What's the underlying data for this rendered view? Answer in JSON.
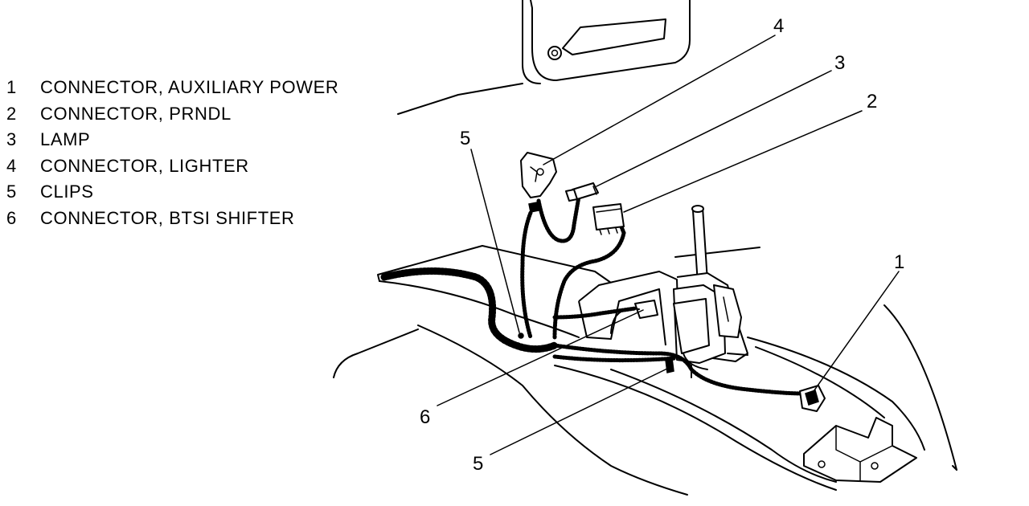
{
  "legend": [
    {
      "num": "1",
      "label": "CONNECTOR, AUXILIARY POWER"
    },
    {
      "num": "2",
      "label": "CONNECTOR, PRNDL"
    },
    {
      "num": "3",
      "label": "LAMP"
    },
    {
      "num": "4",
      "label": "CONNECTOR, LIGHTER"
    },
    {
      "num": "5",
      "label": "CLIPS"
    },
    {
      "num": "6",
      "label": "CONNECTOR, BTSI SHIFTER"
    }
  ],
  "callouts": {
    "c1": "1",
    "c2": "2",
    "c3": "3",
    "c4": "4",
    "c5_top": "5",
    "c5_bottom": "5",
    "c6": "6"
  }
}
